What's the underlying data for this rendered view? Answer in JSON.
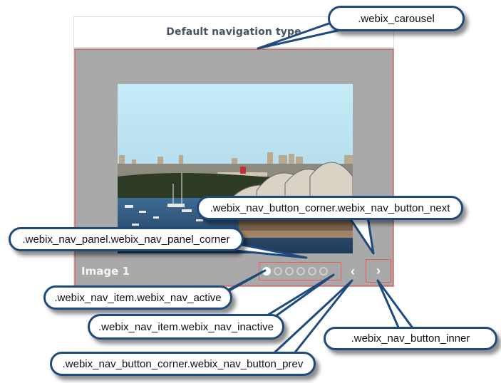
{
  "carousel": {
    "header_title": "Default navigation type",
    "slide_caption": "Image 1",
    "image_description": "Sydney Opera House harbour view",
    "nav": {
      "dots": [
        {
          "state": "active"
        },
        {
          "state": "inactive"
        },
        {
          "state": "inactive"
        },
        {
          "state": "inactive"
        },
        {
          "state": "inactive"
        },
        {
          "state": "inactive"
        }
      ],
      "prev_icon": "‹",
      "next_icon": "›"
    },
    "colors": {
      "body_bg": "#a9a9a9",
      "highlight_border": "#ef5b5b",
      "callout_border": "#1f4a7d"
    }
  },
  "callouts": {
    "carousel": ".webix_carousel",
    "button_next": ".webix_nav_button_corner.webix_nav_button_next",
    "panel_corner": ".webix_nav_panel.webix_nav_panel_corner",
    "nav_active": ".webix_nav_item.webix_nav_active",
    "nav_inactive": ".webix_nav_item.webix_nav_inactive",
    "button_inner": ".webix_nav_button_inner",
    "button_prev": ".webix_nav_button_corner.webix_nav_button_prev"
  }
}
